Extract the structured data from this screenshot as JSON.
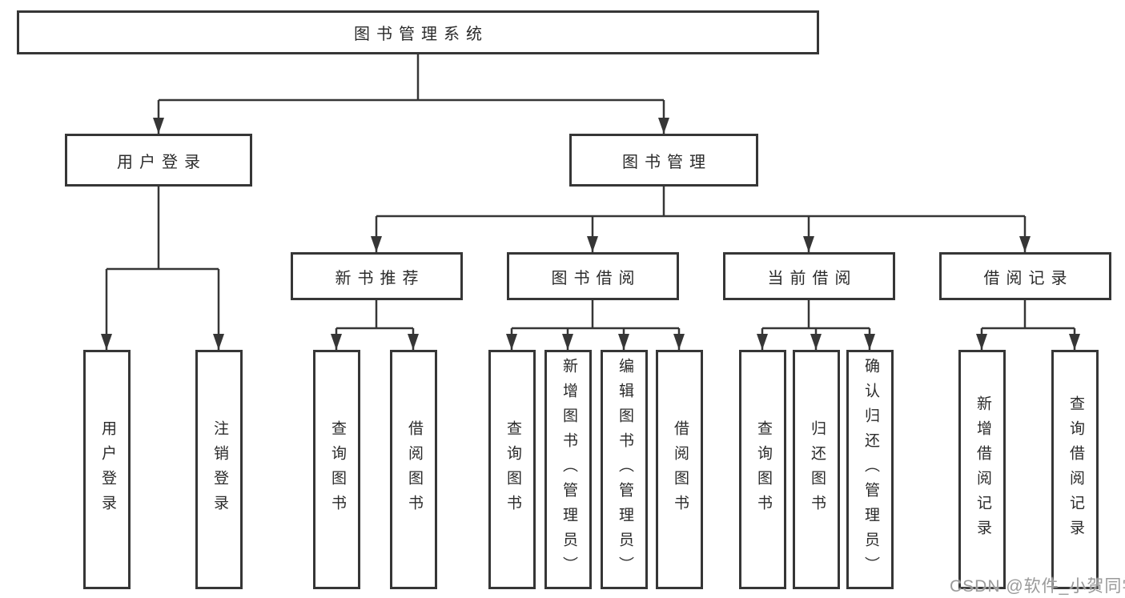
{
  "diagram": {
    "root": {
      "label": "图书管理系统"
    },
    "branches": [
      {
        "label": "用户登录",
        "children": [
          {
            "label": "用户登录"
          },
          {
            "label": "注销登录"
          }
        ]
      },
      {
        "label": "图书管理",
        "children": [
          {
            "label": "新书推荐",
            "children": [
              {
                "label": "查询图书"
              },
              {
                "label": "借阅图书"
              }
            ]
          },
          {
            "label": "图书借阅",
            "children": [
              {
                "label": "查询图书"
              },
              {
                "label": "新增图书（管理员）"
              },
              {
                "label": "编辑图书（管理员）"
              },
              {
                "label": "借阅图书"
              }
            ]
          },
          {
            "label": "当前借阅",
            "children": [
              {
                "label": "查询图书"
              },
              {
                "label": "归还图书"
              },
              {
                "label": "确认归还（管理员）"
              }
            ]
          },
          {
            "label": "借阅记录",
            "children": [
              {
                "label": "新增借阅记录"
              },
              {
                "label": "查询借阅记录"
              }
            ]
          }
        ]
      }
    ],
    "watermark": "CSDN @软件_小贺同学",
    "colors": {
      "line": "#363636",
      "text": "#2b2b2b",
      "background": "#ffffff",
      "watermark": "#9a9a9a"
    }
  }
}
